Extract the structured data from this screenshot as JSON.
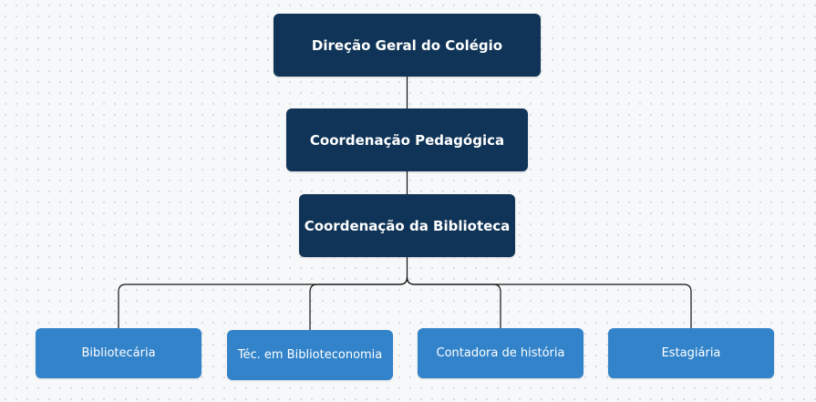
{
  "diagram": {
    "nodes": {
      "direcao": "Direção Geral do Colégio",
      "coordenacao_pedagogica": "Coordenação Pedagógica",
      "coordenacao_biblioteca": "Coordenação da Biblioteca",
      "bibliotecaria": "Bibliotecária",
      "tecnico": "Téc. em Biblioteconomia",
      "contadora": "Contadora de história",
      "estagiaria": "Estagiária"
    },
    "edges": [
      [
        "direcao",
        "coordenacao_pedagogica"
      ],
      [
        "coordenacao_pedagogica",
        "coordenacao_biblioteca"
      ],
      [
        "coordenacao_biblioteca",
        "bibliotecaria"
      ],
      [
        "coordenacao_biblioteca",
        "tecnico"
      ],
      [
        "coordenacao_biblioteca",
        "contadora"
      ],
      [
        "coordenacao_biblioteca",
        "estagiaria"
      ]
    ],
    "colors": {
      "upper_nodes": "#0f3457",
      "lower_nodes": "#3283c9",
      "connector": "#111111",
      "text": "#ffffff"
    }
  }
}
